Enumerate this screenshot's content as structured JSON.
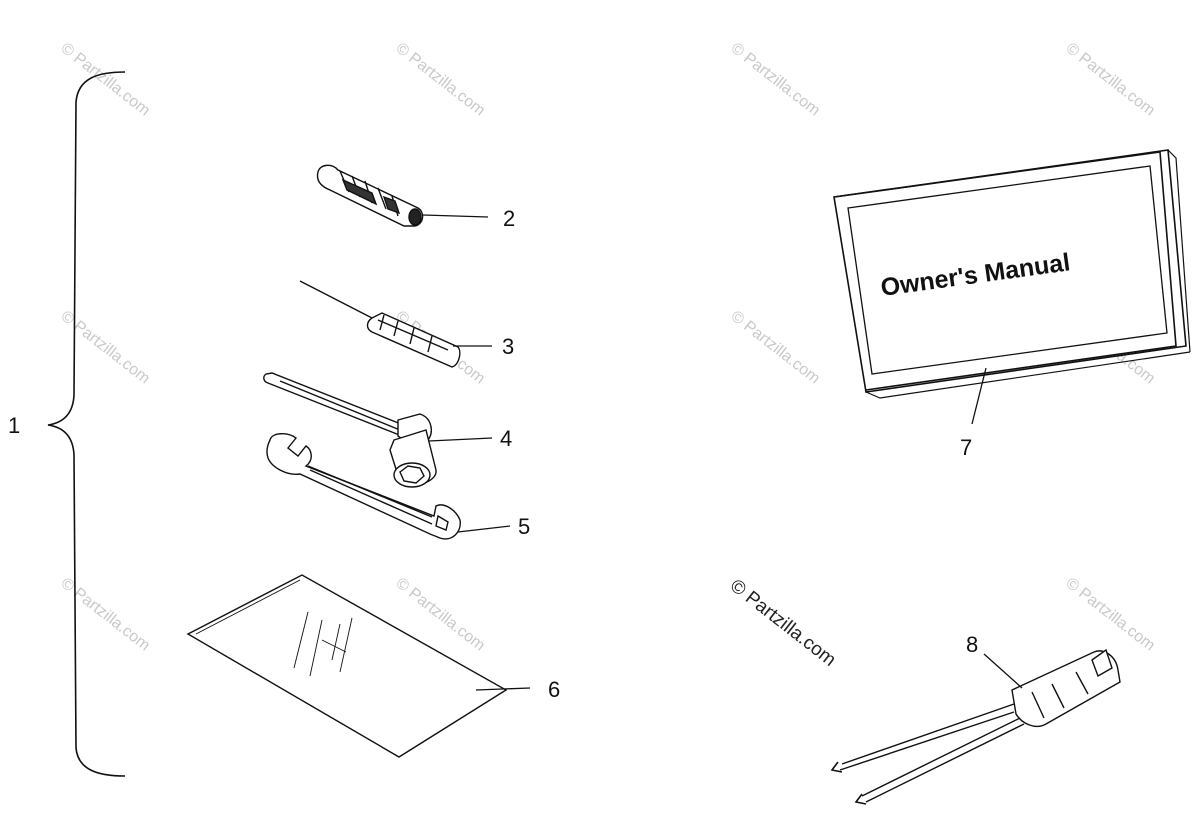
{
  "callouts": {
    "c1": "1",
    "c2": "2",
    "c3": "3",
    "c4": "4",
    "c5": "5",
    "c6": "6",
    "c7": "7",
    "c8": "8"
  },
  "manual_cover_text": "Owner's Manual",
  "watermark": "© Partzilla.com",
  "colors": {
    "line": "#111111",
    "watermark_faint": "#c9c9c9"
  }
}
